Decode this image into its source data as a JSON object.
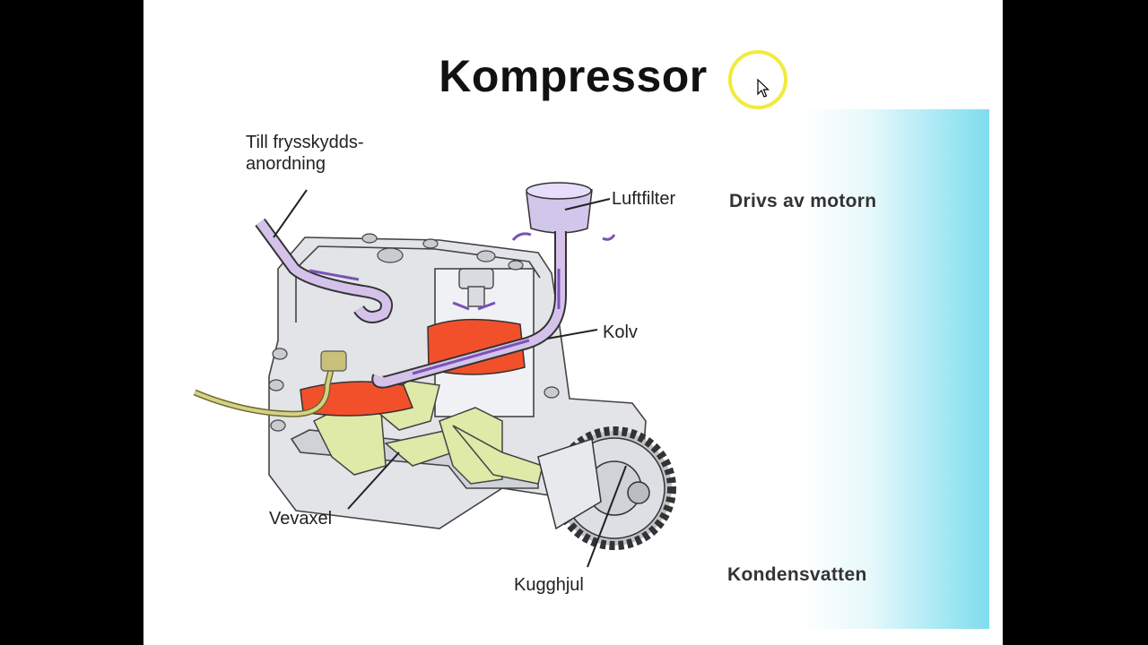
{
  "slide": {
    "title": "Kompressor",
    "labels": {
      "frost": "Till frysskydds-\nanordning",
      "air_filter": "Luftfilter",
      "piston": "Kolv",
      "crankshaft": "Vevaxel",
      "gear": "Kugghjul"
    },
    "notes": {
      "driven": "Drivs av motorn",
      "condensate": "Kondensvatten"
    }
  },
  "colors": {
    "piston": "#f2502a",
    "crank": "#dfe9a8",
    "pipe": "#d4c2ea",
    "arrows": "#7a52b8",
    "body": "#e2e4e8",
    "gradient_edge": "#7fdcee",
    "cursor_ring": "#f2ea3d"
  }
}
